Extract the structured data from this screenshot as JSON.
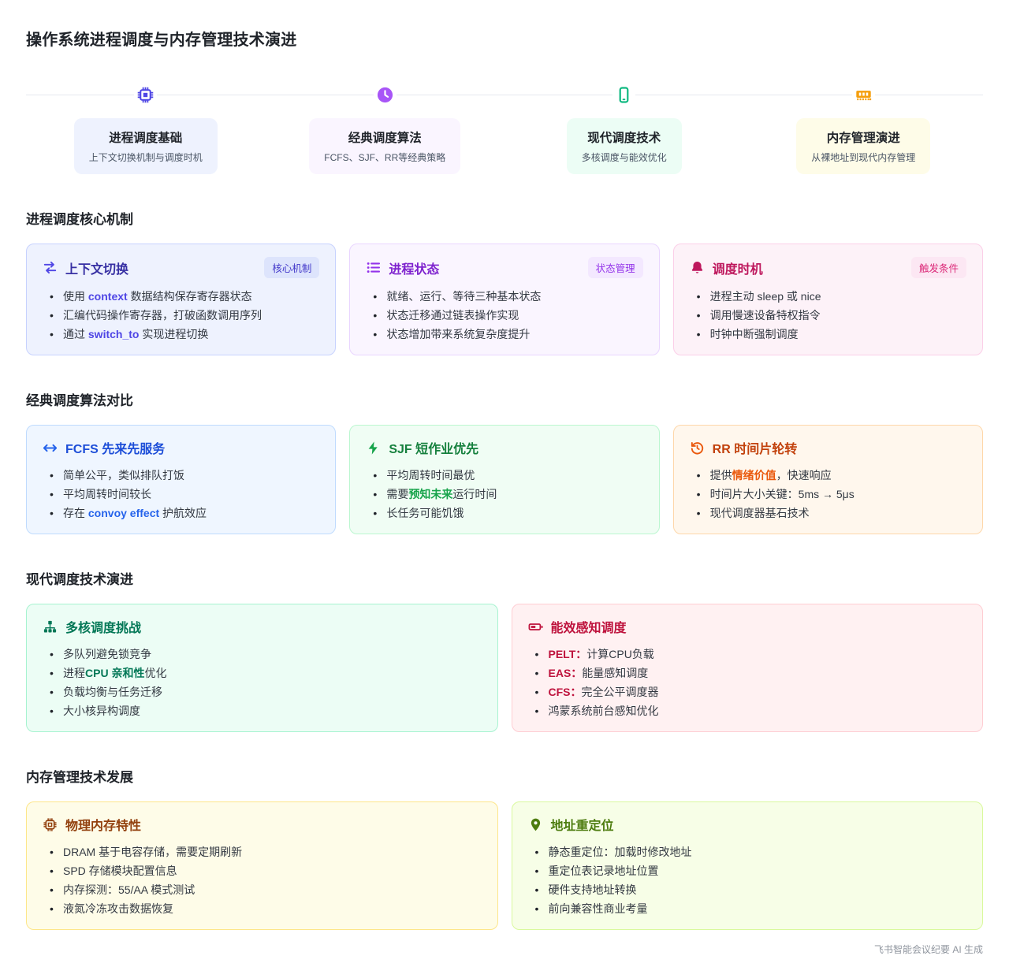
{
  "title": "操作系统进程调度与内存管理技术演进",
  "footer": "飞书智能会议纪要 AI 生成",
  "timeline": {
    "nodes": [
      {
        "icon": "cpu",
        "color": "#4f46e5",
        "bg": "#eef2fe",
        "title": "进程调度基础",
        "subtitle": "上下文切换机制与调度时机"
      },
      {
        "icon": "clock",
        "color": "#a855f7",
        "bg": "#faf5ff",
        "title": "经典调度算法",
        "subtitle": "FCFS、SJF、RR等经典策略"
      },
      {
        "icon": "phone",
        "color": "#10b981",
        "bg": "#ecfdf5",
        "title": "现代调度技术",
        "subtitle": "多核调度与能效优化"
      },
      {
        "icon": "ram",
        "color": "#f59e0b",
        "bg": "#fefce8",
        "title": "内存管理演进",
        "subtitle": "从裸地址到现代内存管理"
      }
    ]
  },
  "sections": [
    {
      "heading": "进程调度核心机制",
      "columns": 3,
      "cards": [
        {
          "icon": "swap",
          "accent": "#4f46e5",
          "title_color": "#3730a3",
          "bg": "#eef2fe",
          "border": "#c7d2fe",
          "title": "上下文切换",
          "badge": {
            "label": "核心机制",
            "bg": "#dde4fc",
            "color": "#4338ca"
          },
          "bullets": [
            [
              {
                "t": "使用 "
              },
              {
                "t": "context",
                "hl": true
              },
              {
                "t": " 数据结构保存寄存器状态"
              }
            ],
            [
              {
                "t": "汇编代码操作寄存器，打破函数调用序列"
              }
            ],
            [
              {
                "t": "通过 "
              },
              {
                "t": "switch_to",
                "hl": true
              },
              {
                "t": " 实现进程切换"
              }
            ]
          ]
        },
        {
          "icon": "list",
          "accent": "#9333ea",
          "title_color": "#7e22ce",
          "bg": "#faf5ff",
          "border": "#e9d5ff",
          "title": "进程状态",
          "badge": {
            "label": "状态管理",
            "bg": "#f3e8ff",
            "color": "#9333ea"
          },
          "bullets": [
            [
              {
                "t": "就绪、运行、等待三种基本状态"
              }
            ],
            [
              {
                "t": "状态迁移通过链表操作实现"
              }
            ],
            [
              {
                "t": "状态增加带来系统复杂度提升"
              }
            ]
          ]
        },
        {
          "icon": "bell",
          "accent": "#be185d",
          "title_color": "#be185d",
          "bg": "#fdf2f8",
          "border": "#fbcfe8",
          "title": "调度时机",
          "badge": {
            "label": "触发条件",
            "bg": "#fce7f3",
            "color": "#db2777"
          },
          "bullets": [
            [
              {
                "t": "进程主动 sleep 或 nice"
              }
            ],
            [
              {
                "t": "调用慢速设备特权指令"
              }
            ],
            [
              {
                "t": "时钟中断强制调度"
              }
            ]
          ]
        }
      ]
    },
    {
      "heading": "经典调度算法对比",
      "columns": 3,
      "cards": [
        {
          "icon": "arrows-lr",
          "accent": "#2563eb",
          "title_color": "#1d4ed8",
          "bg": "#eff6ff",
          "border": "#bfdbfe",
          "title": "FCFS 先来先服务",
          "bullets": [
            [
              {
                "t": "简单公平，类似排队打饭"
              }
            ],
            [
              {
                "t": "平均周转时间较长"
              }
            ],
            [
              {
                "t": "存在 "
              },
              {
                "t": "convoy effect",
                "hl": true
              },
              {
                "t": " 护航效应"
              }
            ]
          ]
        },
        {
          "icon": "bolt",
          "accent": "#16a34a",
          "title_color": "#15803d",
          "bg": "#f0fdf4",
          "border": "#bbf7d0",
          "title": "SJF 短作业优先",
          "bullets": [
            [
              {
                "t": "平均周转时间最优"
              }
            ],
            [
              {
                "t": "需要"
              },
              {
                "t": "预知未来",
                "hl": true
              },
              {
                "t": "运行时间"
              }
            ],
            [
              {
                "t": "长任务可能饥饿"
              }
            ]
          ]
        },
        {
          "icon": "history",
          "accent": "#ea580c",
          "title_color": "#c2410c",
          "bg": "#fff7ed",
          "border": "#fed7aa",
          "title": "RR 时间片轮转",
          "bullets": [
            [
              {
                "t": "提供"
              },
              {
                "t": "情绪价值",
                "hl": true
              },
              {
                "t": "，快速响应"
              }
            ],
            [
              {
                "t": "时间片大小关键：5ms → 5μs"
              }
            ],
            [
              {
                "t": "现代调度器基石技术"
              }
            ]
          ]
        }
      ]
    },
    {
      "heading": "现代调度技术演进",
      "columns": 2,
      "cards": [
        {
          "icon": "sitemap",
          "accent": "#047857",
          "title_color": "#047857",
          "bg": "#ecfdf5",
          "border": "#a7f3d0",
          "title": "多核调度挑战",
          "bullets": [
            [
              {
                "t": "多队列避免锁竞争"
              }
            ],
            [
              {
                "t": "进程"
              },
              {
                "t": "CPU 亲和性",
                "hl": true
              },
              {
                "t": "优化"
              }
            ],
            [
              {
                "t": "负载均衡与任务迁移"
              }
            ],
            [
              {
                "t": "大小核异构调度"
              }
            ]
          ]
        },
        {
          "icon": "battery",
          "accent": "#be123c",
          "title_color": "#be123c",
          "bg": "#fff1f2",
          "border": "#fecdd3",
          "title": "能效感知调度",
          "bullets": [
            [
              {
                "t": "PELT：",
                "hl": true
              },
              {
                "t": "计算CPU负载"
              }
            ],
            [
              {
                "t": "EAS：",
                "hl": true
              },
              {
                "t": "能量感知调度"
              }
            ],
            [
              {
                "t": "CFS：",
                "hl": true
              },
              {
                "t": "完全公平调度器"
              }
            ],
            [
              {
                "t": "鸿蒙系统前台感知优化"
              }
            ]
          ]
        }
      ]
    },
    {
      "heading": "内存管理技术发展",
      "columns": 2,
      "cards": [
        {
          "icon": "chip",
          "accent": "#92400e",
          "title_color": "#92400e",
          "bg": "#fefce8",
          "border": "#fde68a",
          "title": "物理内存特性",
          "bullets": [
            [
              {
                "t": "DRAM 基于电容存储，需要定期刷新"
              }
            ],
            [
              {
                "t": "SPD 存储模块配置信息"
              }
            ],
            [
              {
                "t": "内存探测：55/AA 模式测试"
              }
            ],
            [
              {
                "t": "液氮冷冻攻击数据恢复"
              }
            ]
          ]
        },
        {
          "icon": "map-pin",
          "accent": "#4d7c0f",
          "title_color": "#4d7c0f",
          "bg": "#f7fee7",
          "border": "#d9f99d",
          "title": "地址重定位",
          "bullets": [
            [
              {
                "t": "静态重定位：加载时修改地址"
              }
            ],
            [
              {
                "t": "重定位表记录地址位置"
              }
            ],
            [
              {
                "t": "硬件支持地址转换"
              }
            ],
            [
              {
                "t": "前向兼容性商业考量"
              }
            ]
          ]
        }
      ]
    }
  ]
}
